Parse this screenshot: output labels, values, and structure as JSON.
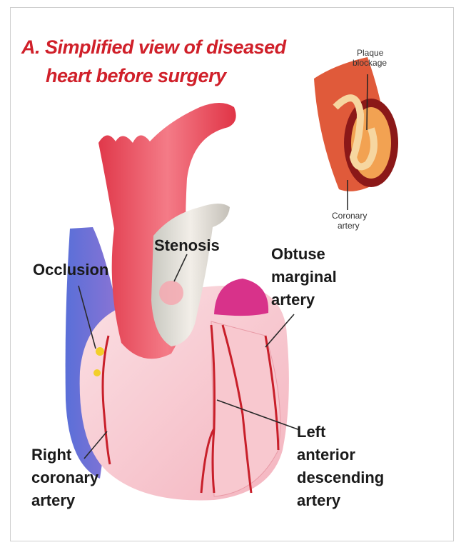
{
  "title": {
    "line1": "A. Simplified view of diseased",
    "line2": "heart before surgery"
  },
  "inset": {
    "plaque": [
      "Plaque",
      "blockage"
    ],
    "coronary": [
      "Coronary",
      "artery"
    ]
  },
  "labels": {
    "stenosis": "Stenosis",
    "occlusion": "Occlusion",
    "obtuse": [
      "Obtuse",
      "marginal",
      "artery"
    ],
    "right": [
      "Right",
      "coronary",
      "artery"
    ],
    "lad": [
      "Left",
      "anterior",
      "descending",
      "artery"
    ]
  }
}
